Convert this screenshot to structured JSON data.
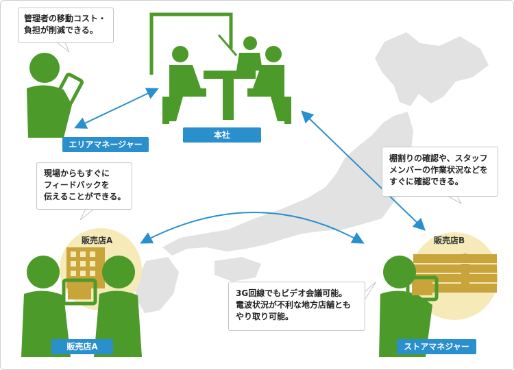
{
  "bubbles": {
    "manager_cost": [
      "管理者の移動コスト・",
      "負担が削減できる。"
    ],
    "feedback": [
      "現場からもすぐに",
      "フィードバックを",
      "伝えることができる。"
    ],
    "check": [
      "棚割りの確認や、スタッフ",
      "メンバーの作業状況などを",
      "すぐに確認できる。"
    ],
    "network": [
      "3G回線でもビデオ会議可能。",
      "電波状況が不利な地方店舗とも",
      "やり取り可能。"
    ]
  },
  "labels": {
    "area_manager": "エリアマネージャー",
    "headquarters": "本社",
    "store_a": "販売店A",
    "store_manager": "ストアマネジャー"
  },
  "store_titles": {
    "store_a": "販売店A",
    "store_b": "販売店B"
  },
  "colors": {
    "figure_green": "#4c9a2a",
    "map_gray": "#e2e2e2",
    "arrow_blue": "#2a8fcd",
    "label_blue": "#2a8fcd",
    "store_circle": "#f5eab8",
    "building_gold": "#c9a43a"
  }
}
